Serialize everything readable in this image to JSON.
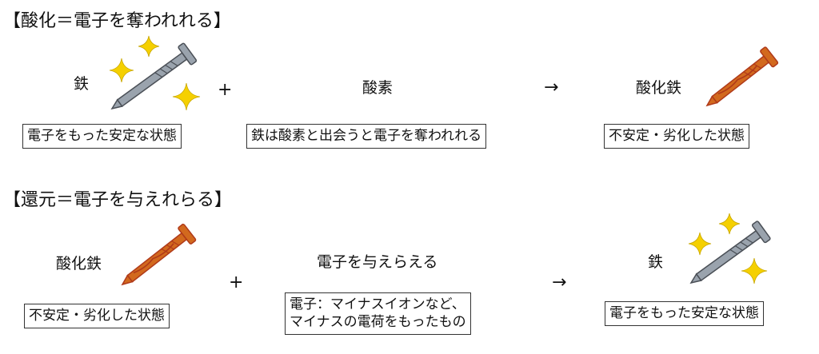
{
  "oxidation": {
    "heading": "【酸化＝電子を奪われれる】",
    "item1_label": "鉄",
    "plus": "+",
    "item2_label": "酸素",
    "arrow": "→",
    "result_label": "酸化鉄",
    "box1": "電子をもった安定な状態",
    "box2": "鉄は酸素と出会うと電子を奪われれる",
    "box3": "不安定・劣化した状態"
  },
  "reduction": {
    "heading": "【還元＝電子を与えれらる】",
    "item1_label": "酸化鉄",
    "plus": "+",
    "item2_label": "電子を与えらえる",
    "arrow": "→",
    "result_label": "鉄",
    "box1": "不安定・劣化した状態",
    "box2_lines": [
      "電子：マイナスイオンなど、",
      "マイナスの電荷をもったもの"
    ],
    "box3": "電子をもった安定な状態"
  },
  "colors": {
    "nail_steel": "#9aa3ad",
    "nail_outline": "#4a4f56",
    "rust": "#d2691e",
    "rust_dark": "#b03a1a",
    "sparkle": "#f5d000"
  },
  "icons": [
    "clean-nail-icon",
    "rusty-nail-icon",
    "sparkle-icon"
  ]
}
